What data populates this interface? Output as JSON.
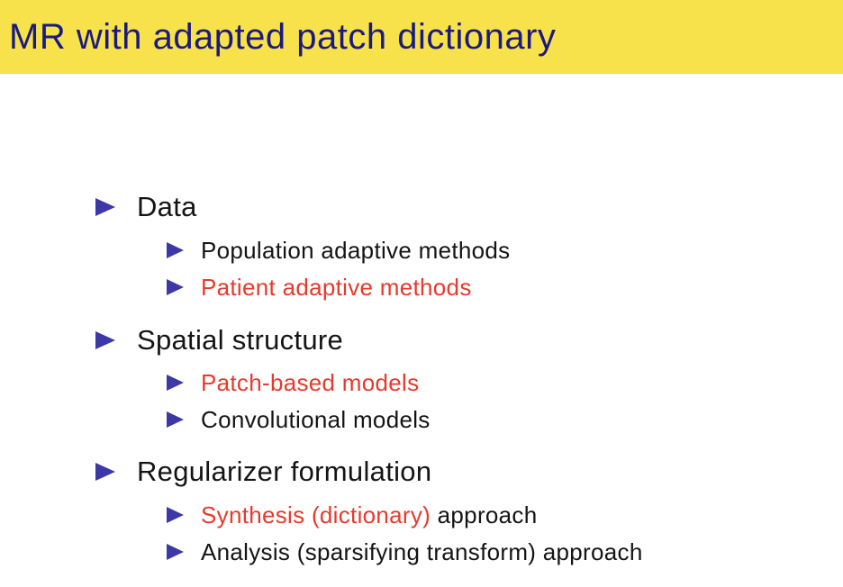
{
  "slide": {
    "title": "MR with adapted patch dictionary",
    "colors": {
      "title_bar_bg": "#f8e24b",
      "title_text": "#1a1a80",
      "bullet_triangle": "#3c38a8",
      "emphasis_text": "#e63a2d",
      "body_text": "#141414",
      "background": "#ffffff"
    },
    "icons": {
      "bullet": "right-pointing-triangle"
    },
    "items": [
      {
        "level": 1,
        "emph": "",
        "plain": "Data"
      },
      {
        "level": 2,
        "emph": "",
        "plain": "Population adaptive methods"
      },
      {
        "level": 2,
        "emph": "Patient adaptive methods",
        "plain": ""
      },
      {
        "level": 1,
        "emph": "",
        "plain": "Spatial structure"
      },
      {
        "level": 2,
        "emph": "Patch-based models",
        "plain": ""
      },
      {
        "level": 2,
        "emph": "",
        "plain": "Convolutional models"
      },
      {
        "level": 1,
        "emph": "",
        "plain": "Regularizer formulation"
      },
      {
        "level": 2,
        "emph": "Synthesis (dictionary)",
        "plain": " approach"
      },
      {
        "level": 2,
        "emph": "",
        "plain": "Analysis (sparsifying transform) approach"
      }
    ]
  }
}
